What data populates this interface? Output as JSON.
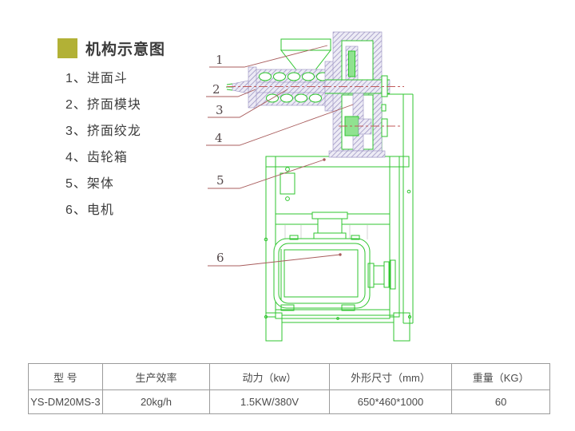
{
  "header": {
    "title": "机构示意图",
    "accent_color": "#b2b136"
  },
  "parts_list": [
    {
      "text": "1、进面斗"
    },
    {
      "text": "2、挤面模块"
    },
    {
      "text": "3、挤面绞龙"
    },
    {
      "text": "4、齿轮箱"
    },
    {
      "text": "5、架体"
    },
    {
      "text": "6、电机"
    }
  ],
  "diagram": {
    "callouts": [
      "1",
      "2",
      "3",
      "4",
      "5",
      "6"
    ],
    "line_color": "#2fc52f",
    "hatch_color": "#9a92c2",
    "leader_color": "#a85c5c"
  },
  "spec_table": {
    "headers": [
      "型  号",
      "生产效率",
      "动力（kw）",
      "外形尺寸（mm）",
      "重量（KG）"
    ],
    "row": [
      "YS-DM20MS-3",
      "20kg/h",
      "1.5KW/380V",
      "650*460*1000",
      "60"
    ]
  }
}
